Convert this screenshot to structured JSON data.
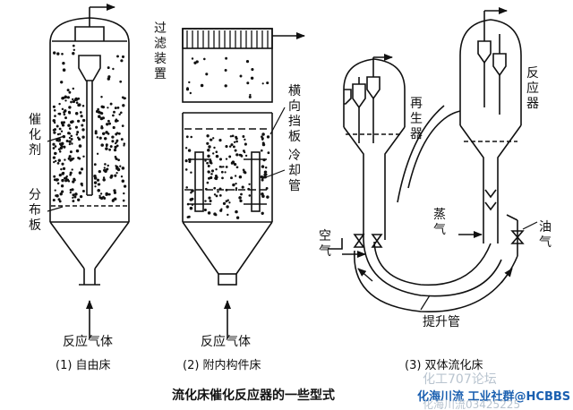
{
  "caption_a": "(1) 自由床",
  "caption_b": "(2) 附内构件床",
  "caption_c": "(3) 双体流化床",
  "title": "流化床催化反应器的一些型式",
  "labels": {
    "catalyst": "催化剂",
    "distributor": "分布板",
    "gas_a": "反应气体",
    "filter": "过滤装置",
    "baffle": "横向挡板",
    "cooling_tube": "冷却管",
    "gas_b": "反应气体",
    "regenerator": "再生器",
    "reactor": "反应器",
    "air": "空气",
    "steam": "蒸气",
    "oil_gas": "油气",
    "riser": "提升管"
  },
  "watermark": {
    "forum": "化工707论坛",
    "community": "化海川流 工业社群@HCBBS",
    "faint": "化海川流03425225"
  }
}
